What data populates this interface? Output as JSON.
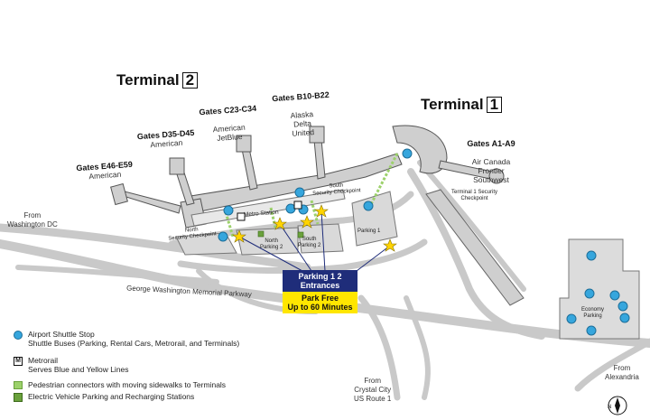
{
  "terminals": {
    "t2_label": "Terminal",
    "t2_num": "2",
    "t1_label": "Terminal",
    "t1_num": "1"
  },
  "gates": [
    {
      "id": "e",
      "name": "Gates E46-E59",
      "airlines": "American"
    },
    {
      "id": "d",
      "name": "Gates D35-D45",
      "airlines": "American"
    },
    {
      "id": "c",
      "name": "Gates C23-C34",
      "airlines": "American\nJetBlue"
    },
    {
      "id": "b",
      "name": "Gates B10-B22",
      "airlines": "Alaska\nDelta\nUnited"
    },
    {
      "id": "a",
      "name": "Gates A1-A9",
      "airlines": "Air Canada\nFrontier\nSouthwest"
    }
  ],
  "map_labels": {
    "metro_station": "Metro Station",
    "south_checkpoint": "South\nSecurity Checkpoint",
    "north_checkpoint": "North\nSecurity Checkpoint",
    "terminal1_checkpoint": "Terminal 1 Security\nCheckpoint",
    "north_parking": "North\nParking 2",
    "south_parking": "South\nParking 2",
    "parking1": "Parking 1",
    "economy_parking": "Economy\nParking"
  },
  "roads": {
    "from_dc": "From\nWashington DC",
    "gw_parkway": "George Washington Memorial Parkway",
    "from_crystal": "From\nCrystal City\nUS Route 1",
    "from_alexandria": "From\nAlexandria"
  },
  "parking_box": {
    "line1": "Parking 1 2",
    "line2": "Entrances",
    "line3": "Park Free",
    "line4": "Up to 60 Minutes"
  },
  "legend": [
    {
      "icon": "shuttle-stop-icon",
      "title": "Airport Shuttle Stop",
      "text": "Shuttle Buses (Parking, Rental Cars, Metrorail, and Terminals)"
    },
    {
      "icon": "metrorail-icon",
      "title": "Metrorail",
      "text": "Serves Blue and Yellow Lines"
    },
    {
      "icon": "pedestrian-connector-icon",
      "title": "",
      "text": "Pedestrian connectors with moving sidewalks to Terminals"
    },
    {
      "icon": "ev-charging-icon",
      "title": "",
      "text": "Electric Vehicle Parking and Recharging Stations"
    }
  ],
  "compass": "N",
  "colors": {
    "road": "#c8c8c8",
    "terminal": "#cfcfcf",
    "shuttle": "#36a6dd",
    "star": "#ffd400",
    "connector": "#9cd16b",
    "entrance_line": "#1f2d7a",
    "parking_banner": "#1f2d7a",
    "free_banner": "#ffe600"
  }
}
